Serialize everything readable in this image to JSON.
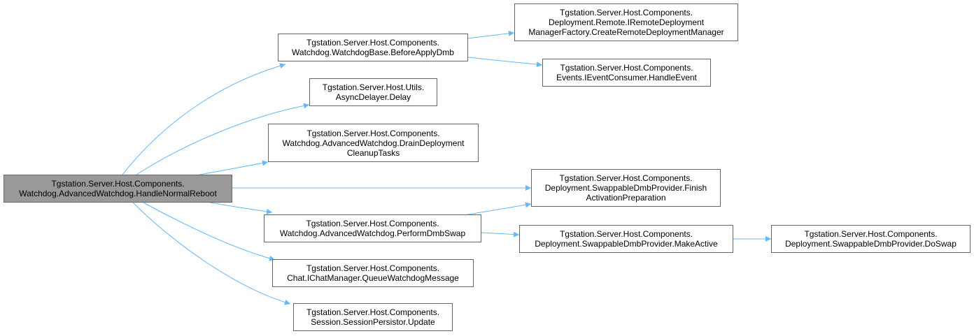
{
  "colors": {
    "edge": "#63b8ff",
    "root_fill": "#999999",
    "node_border": "#666666",
    "node_fill": "#ffffff"
  },
  "nodes": {
    "root": {
      "lines": [
        "Tgstation.Server.Host.Components.",
        "Watchdog.AdvancedWatchdog.HandleNormalReboot"
      ]
    },
    "before_apply": {
      "lines": [
        "Tgstation.Server.Host.Components.",
        "Watchdog.WatchdogBase.BeforeApplyDmb"
      ]
    },
    "create_remote": {
      "lines": [
        "Tgstation.Server.Host.Components.",
        "Deployment.Remote.IRemoteDeployment",
        "ManagerFactory.CreateRemoteDeploymentManager"
      ]
    },
    "handle_event": {
      "lines": [
        "Tgstation.Server.Host.Components.",
        "Events.IEventConsumer.HandleEvent"
      ]
    },
    "delay": {
      "lines": [
        "Tgstation.Server.Host.Utils.",
        "AsyncDelayer.Delay"
      ]
    },
    "drain": {
      "lines": [
        "Tgstation.Server.Host.Components.",
        "Watchdog.AdvancedWatchdog.DrainDeployment",
        "CleanupTasks"
      ]
    },
    "finish": {
      "lines": [
        "Tgstation.Server.Host.Components.",
        "Deployment.SwappableDmbProvider.Finish",
        "ActivationPreparation"
      ]
    },
    "perform_swap": {
      "lines": [
        "Tgstation.Server.Host.Components.",
        "Watchdog.AdvancedWatchdog.PerformDmbSwap"
      ]
    },
    "make_active": {
      "lines": [
        "Tgstation.Server.Host.Components.",
        "Deployment.SwappableDmbProvider.MakeActive"
      ]
    },
    "do_swap": {
      "lines": [
        "Tgstation.Server.Host.Components.",
        "Deployment.SwappableDmbProvider.DoSwap"
      ]
    },
    "queue_msg": {
      "lines": [
        "Tgstation.Server.Host.Components.",
        "Chat.IChatManager.QueueWatchdogMessage"
      ]
    },
    "update": {
      "lines": [
        "Tgstation.Server.Host.Components.",
        "Session.SessionPersistor.Update"
      ]
    }
  }
}
